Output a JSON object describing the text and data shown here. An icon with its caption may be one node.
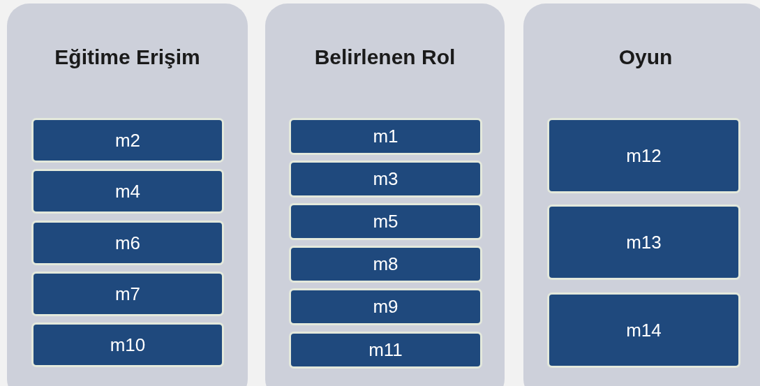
{
  "diagram": {
    "nodes": [
      {
        "text": [
          "Eğitime Erişim"
        ]
      },
      {
        "text": [
          "m2"
        ],
        "in": 0
      },
      {
        "text": [
          "m4"
        ],
        "in": 0
      },
      {
        "text": [
          "m6"
        ],
        "in": 0
      },
      {
        "text": [
          "m7"
        ],
        "in": 0
      },
      {
        "text": [
          "m10"
        ],
        "in": 0
      },
      {
        "text": [
          "Belirlenen Rol"
        ]
      },
      {
        "text": [
          "m1"
        ],
        "in": 6
      },
      {
        "text": [
          "m3"
        ],
        "in": 6
      },
      {
        "text": [
          "m5"
        ],
        "in": 6
      },
      {
        "text": [
          "m8"
        ],
        "in": 6
      },
      {
        "text": [
          "m9"
        ],
        "in": 6
      },
      {
        "text": [
          "m11"
        ],
        "in": 6
      },
      {
        "text": [
          "Oyun"
        ]
      },
      {
        "text": [
          "m12"
        ],
        "in": 13
      },
      {
        "text": [
          "m13"
        ],
        "in": 13
      },
      {
        "text": [
          "m14"
        ],
        "in": 13
      }
    ]
  }
}
